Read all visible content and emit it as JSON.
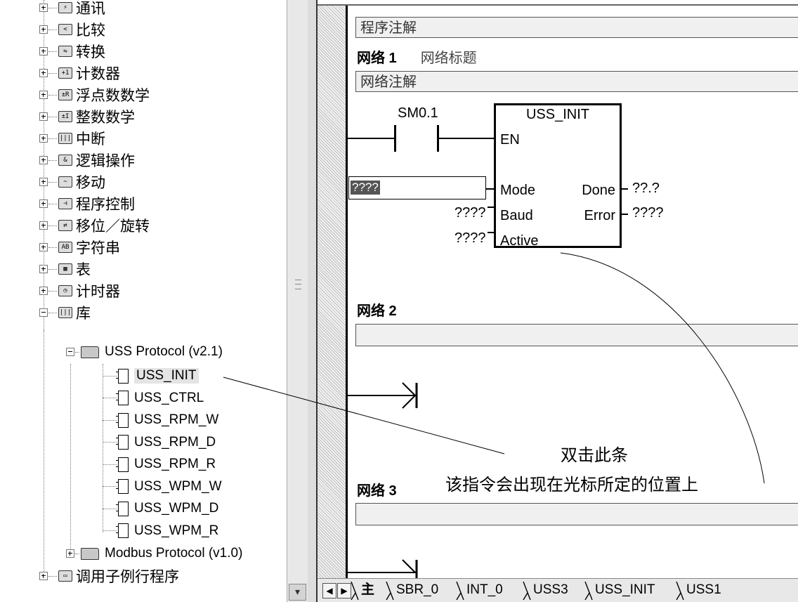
{
  "tree": {
    "categories": [
      {
        "label": "通讯",
        "icon": "communication-icon",
        "glyph": "⚡"
      },
      {
        "label": "比较",
        "icon": "compare-icon",
        "glyph": "<"
      },
      {
        "label": "转换",
        "icon": "convert-icon",
        "glyph": "⇋"
      },
      {
        "label": "计数器",
        "icon": "counter-icon",
        "glyph": "+1"
      },
      {
        "label": "浮点数数学",
        "icon": "float-math-icon",
        "glyph": "±R"
      },
      {
        "label": "整数数学",
        "icon": "integer-math-icon",
        "glyph": "±I"
      },
      {
        "label": "中断",
        "icon": "interrupt-icon",
        "glyph": "|||"
      },
      {
        "label": "逻辑操作",
        "icon": "logic-icon",
        "glyph": "&"
      },
      {
        "label": "移动",
        "icon": "move-icon",
        "glyph": "~"
      },
      {
        "label": "程序控制",
        "icon": "program-control-icon",
        "glyph": "⊣"
      },
      {
        "label": "移位／旋转",
        "icon": "shift-rotate-icon",
        "glyph": "⇄"
      },
      {
        "label": "字符串",
        "icon": "string-icon",
        "glyph": "AB"
      },
      {
        "label": "表",
        "icon": "table-icon",
        "glyph": "▦"
      },
      {
        "label": "计时器",
        "icon": "timer-icon",
        "glyph": "◷"
      },
      {
        "label": "库",
        "icon": "library-icon",
        "glyph": "|||"
      }
    ],
    "uss_folder": "USS Protocol (v2.1)",
    "uss_items": [
      "USS_INIT",
      "USS_CTRL",
      "USS_RPM_W",
      "USS_RPM_D",
      "USS_RPM_R",
      "USS_WPM_W",
      "USS_WPM_D",
      "USS_WPM_R"
    ],
    "modbus_folder": "Modbus Protocol (v1.0)",
    "subroutine_label": "调用子例行程序"
  },
  "editor": {
    "program_comment": "程序注解",
    "network1_label": "网络 1",
    "network1_title": "网络标题",
    "network_comment": "网络注解",
    "contact_label": "SM0.1",
    "block_name": "USS_INIT",
    "pins": {
      "en": "EN",
      "mode": "Mode",
      "baud": "Baud",
      "active": "Active",
      "done": "Done",
      "error": "Error"
    },
    "mode_value": "????",
    "baud_value": "????",
    "active_value": "????",
    "done_value": "??.?",
    "error_value": "????",
    "network2_label": "网络 2",
    "network3_label": "网络 3"
  },
  "tabs": {
    "items": [
      "主",
      "SBR_0",
      "INT_0",
      "USS3",
      "USS_INIT",
      "USS1"
    ],
    "active": 0
  },
  "annotation": {
    "line1": "双击此条",
    "line2": "该指令会出现在光标所定的位置上"
  }
}
